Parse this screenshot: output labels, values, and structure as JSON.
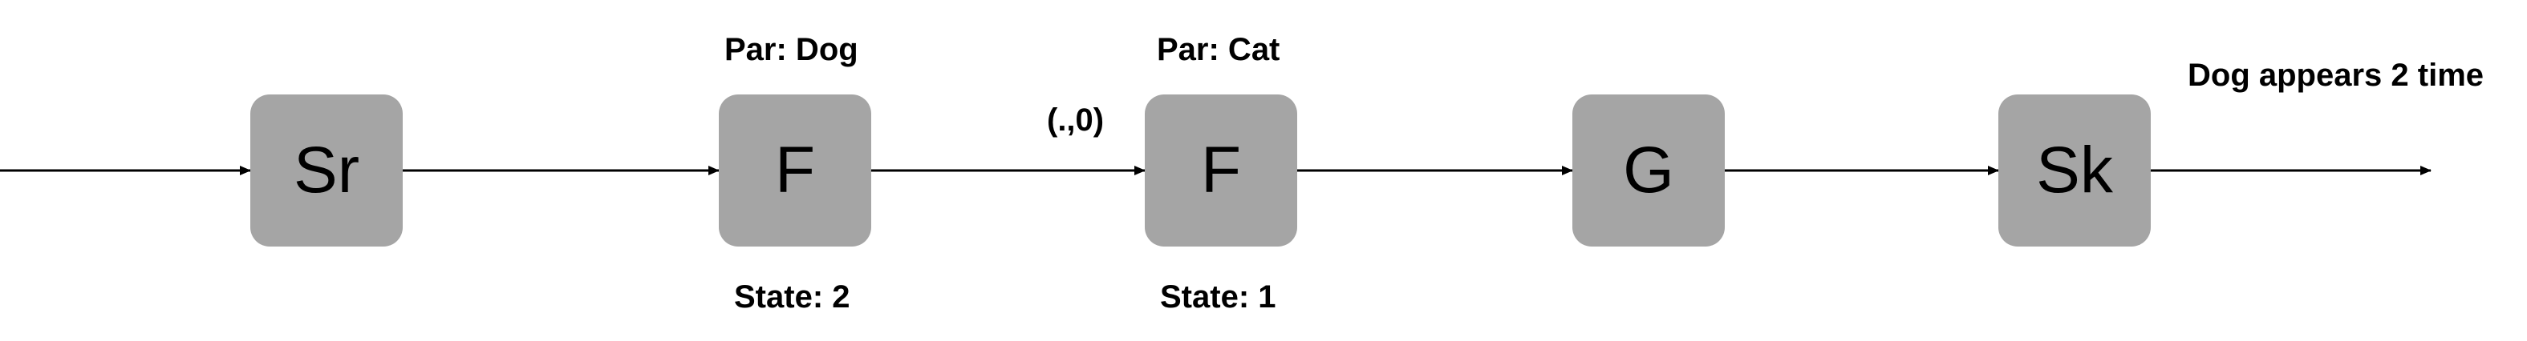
{
  "colors": {
    "node_fill": "#a5a5a5",
    "line": "#000000",
    "text": "#000000",
    "background": "#ffffff"
  },
  "nodes": [
    {
      "id": "sr",
      "label": "Sr"
    },
    {
      "id": "f1",
      "label": "F"
    },
    {
      "id": "f2",
      "label": "F"
    },
    {
      "id": "g",
      "label": "G"
    },
    {
      "id": "sk",
      "label": "Sk"
    }
  ],
  "annotations": {
    "f1_par": "Par: Dog",
    "f1_state": "State: 2",
    "f2_par": "Par: Cat",
    "f2_state": "State: 1",
    "edge_f1_f2": "(.,0)",
    "output": "Dog appears 2 time"
  },
  "edges": [
    {
      "from": "input",
      "to": "sr"
    },
    {
      "from": "sr",
      "to": "f1"
    },
    {
      "from": "f1",
      "to": "f2"
    },
    {
      "from": "f2",
      "to": "g"
    },
    {
      "from": "g",
      "to": "sk"
    },
    {
      "from": "sk",
      "to": "output"
    }
  ]
}
